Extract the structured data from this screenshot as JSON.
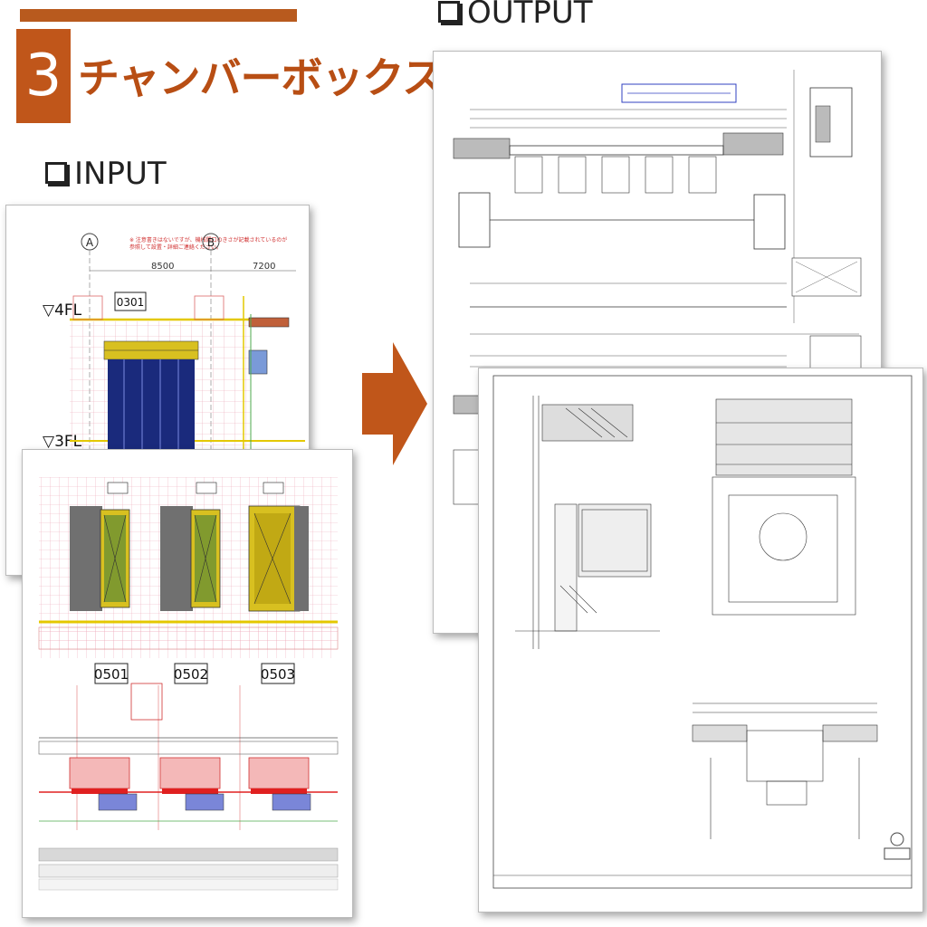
{
  "header": {
    "number": "3",
    "title": "チャンバーボックス図"
  },
  "input_label": "INPUT",
  "output_label": "OUTPUT",
  "input_sheet1": {
    "grid_a": "A",
    "grid_b": "B",
    "dim_1": "8500",
    "dim_2": "7200",
    "level_4": "▽4FL",
    "level_3": "▽3FL",
    "room": "0301"
  },
  "input_sheet2": {
    "rooms": [
      "0501",
      "0502",
      "0503"
    ]
  },
  "colors": {
    "accent": "#c0561a",
    "arrow": "#c0561a"
  }
}
